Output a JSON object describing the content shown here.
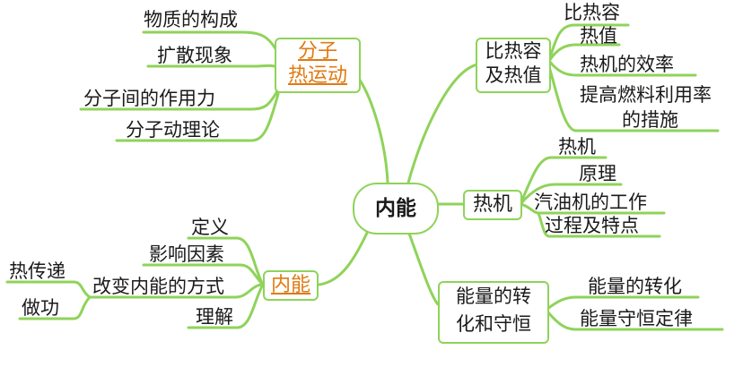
{
  "center": "内能",
  "branches": {
    "molecular": {
      "title_line1": "分子",
      "title_line2": "热运动",
      "items": [
        "物质的构成",
        "扩散现象",
        "分子间的作用力",
        "分子动理论"
      ]
    },
    "internal": {
      "title": "内能",
      "items": [
        "定义",
        "影响因素",
        "改变内能的方式",
        "理解"
      ],
      "methods": [
        "热传递",
        "做功"
      ]
    },
    "specific_heat": {
      "title_line1": "比热容",
      "title_line2": "及热值",
      "items": [
        "比热容",
        "热值",
        "热机的效率"
      ],
      "improve_line1": "提高燃料利用率",
      "improve_line2": "的措施"
    },
    "engine": {
      "title": "热机",
      "items": [
        "热机",
        "原理"
      ],
      "gas_line1": "汽油机的工作",
      "gas_line2": "过程及特点"
    },
    "energy": {
      "title_line1": "能量的转",
      "title_line2": "化和守恒",
      "items": [
        "能量的转化",
        "能量守恒定律"
      ]
    }
  }
}
